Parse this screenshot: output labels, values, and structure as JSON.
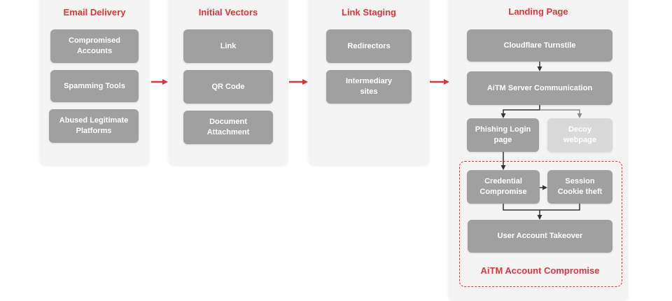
{
  "stages": [
    {
      "title": "Email Delivery",
      "items": [
        "Compromised\nAccounts",
        "Spamming Tools",
        "Abused Legitimate\nPlatforms"
      ]
    },
    {
      "title": "Initial Vectors",
      "items": [
        "Link",
        "QR Code",
        "Document\nAttachment"
      ]
    },
    {
      "title": "Link Staging",
      "items": [
        "Redirectors",
        "Intermediary\nsites"
      ]
    }
  ],
  "landing": {
    "title": "Landing Page",
    "turnstile": "Cloudflare Turnstile",
    "aitm_server": "AiTM Server Communication",
    "phishing_page": "Phishing Login\npage",
    "decoy_page": "Decoy\nwebpage",
    "credential": "Credential\nCompromise",
    "session": "Session\nCookie theft",
    "takeover": "User Account Takeover",
    "group_title": "AiTM Account Compromise"
  },
  "colors": {
    "accent": "#e0343d",
    "box": "#a0a0a0",
    "box_faded": "#d9d9d9",
    "panel": "#f4f4f4"
  }
}
